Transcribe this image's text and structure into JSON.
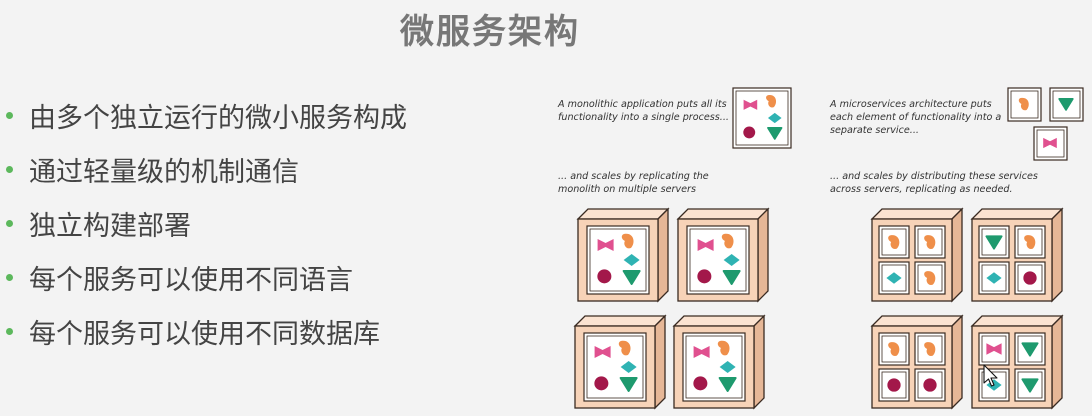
{
  "slide": {
    "title": "微服务架构",
    "bullets": [
      "由多个独立运行的微小服务构成",
      "通过轻量级的机制通信",
      "独立构建部署",
      "每个服务可以使用不同语言",
      "每个服务可以使用不同数据库"
    ]
  },
  "figure": {
    "monolith_caption": "A monolithic application puts all its\nfunctionality into a single process...",
    "monolith_scale_caption": "... and scales by replicating the\nmonolith on multiple servers",
    "micro_caption": "A microservices architecture puts\neach element of functionality into a\nseparate service...",
    "micro_scale_caption": "... and scales by distributing these services\nacross servers, replicating as needed."
  },
  "colors": {
    "bullet": "#5cb85c",
    "server_front": "#f7d3b8",
    "server_top": "#fbe3d1",
    "server_side": "#e6b797",
    "outline": "#3a2b22",
    "pink": "#e0508f",
    "orange": "#ef8f4a",
    "teal": "#2fb3b3",
    "green": "#1e9a6e",
    "maroon": "#a3184a"
  },
  "icons": [
    "bullet-dot",
    "pink-bow-shape",
    "orange-blob-shape",
    "teal-diamond-shape",
    "green-triangle-shape",
    "maroon-circle-shape",
    "mouse-cursor-icon"
  ]
}
